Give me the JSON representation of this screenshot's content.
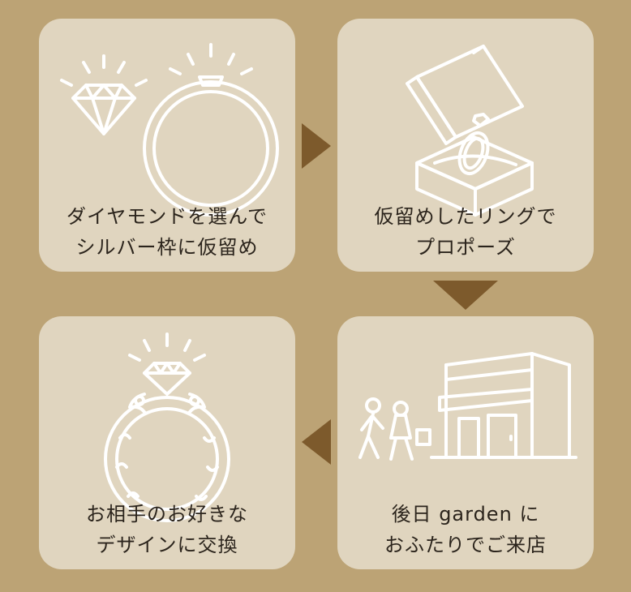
{
  "colors": {
    "background": "#bca375",
    "card": "#e0d5bf",
    "arrow": "#7d5a2c",
    "line_art": "#ffffff",
    "text": "#2b241c"
  },
  "steps": [
    {
      "line1": "ダイヤモンドを選んで",
      "line2": "シルバー枠に仮留め",
      "icon": "diamond-and-ring-icon"
    },
    {
      "line1": "仮留めしたリングで",
      "line2": "プロポーズ",
      "icon": "ring-box-icon"
    },
    {
      "line1": "後日 garden に",
      "line2": "おふたりでご来店",
      "icon": "couple-visiting-store-icon"
    },
    {
      "line1": "お相手のお好きな",
      "line2": "デザインに交換",
      "icon": "designed-ring-icon"
    }
  ]
}
